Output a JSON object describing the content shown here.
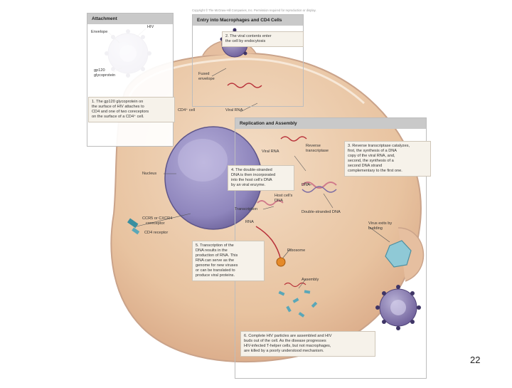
{
  "copyright": "Copyright © The McGraw-Hill Companies, Inc. Permission required for reproduction or display.",
  "panels": {
    "attachment": "Attachment",
    "entry": "Entry into Macrophages and CD4 Cells",
    "replication": "Replication and Assembly"
  },
  "labels": {
    "hiv": "HIV",
    "envelope": "Envelope",
    "gp120_line1": "gp120",
    "gp120_line2": "glycoprotein",
    "fused_envelope_line1": "Fused",
    "fused_envelope_line2": "envelope",
    "cd4_cell": "CD4⁺ cell",
    "viral_rna_entry": "Viral RNA",
    "viral_rna_replication": "Viral RNA",
    "reverse_transcriptase_line1": "Reverse",
    "reverse_transcriptase_line2": "transcriptase",
    "dna": "DNA",
    "nucleus": "Nucleus",
    "host_dna_line1": "Host cell's",
    "host_dna_line2": "DNA",
    "transcription": "Transcription",
    "double_stranded_dna": "Double-stranded DNA",
    "rna": "RNA",
    "receptor_line1": "CCR5 or CXCR4",
    "receptor_line2": "coreceptor",
    "receptor_line3": "CD4 receptor",
    "virus_exits_line1": "Virus exits by",
    "virus_exits_line2": "budding",
    "ribosome": "Ribosome",
    "assembly": "Assembly"
  },
  "steps": {
    "s1": "1. The gp120 glycoprotein on\nthe surface of HIV attaches to\nCD4 and one of two coreceptors\non the surface of a CD4⁺ cell.",
    "s2": "2. The viral contents enter\nthe cell by endocytosis",
    "s3": "3. Reverse transcriptase catalyzes,\nfirst, the synthesis of a DNA\ncopy of the viral RNA, and,\nsecond, the synthesis of a\nsecond DNA strand\ncomplementary to the first one.",
    "s4": "4. The double-stranded\nDNA is then incorporated\ninto the host cell's DNA\nby an viral enzyme.",
    "s5": "5. Transcription of the\nDNA results in the\nproduction of RNA. This\nRNA can serve as the\ngenome for new viruses\nor can be translated to\nproduce viral proteins.",
    "s6": "6. Complete HIV particles are assembled and HIV\nbuds out of the cell. As the disease progresses\nHIV-infected T-helper cells, but not macrophages,\nare killed by a poorly understood mechanism."
  },
  "page_number": "22",
  "colors": {
    "cytoplasm": "#e9c6a4",
    "cell_edge": "#caa38a",
    "nucleus": "#8f86bd",
    "virus": "#7a6aa3",
    "rna": "#b8323a",
    "dna": "#d07a8a",
    "panel_head": "#c9c9c9"
  }
}
